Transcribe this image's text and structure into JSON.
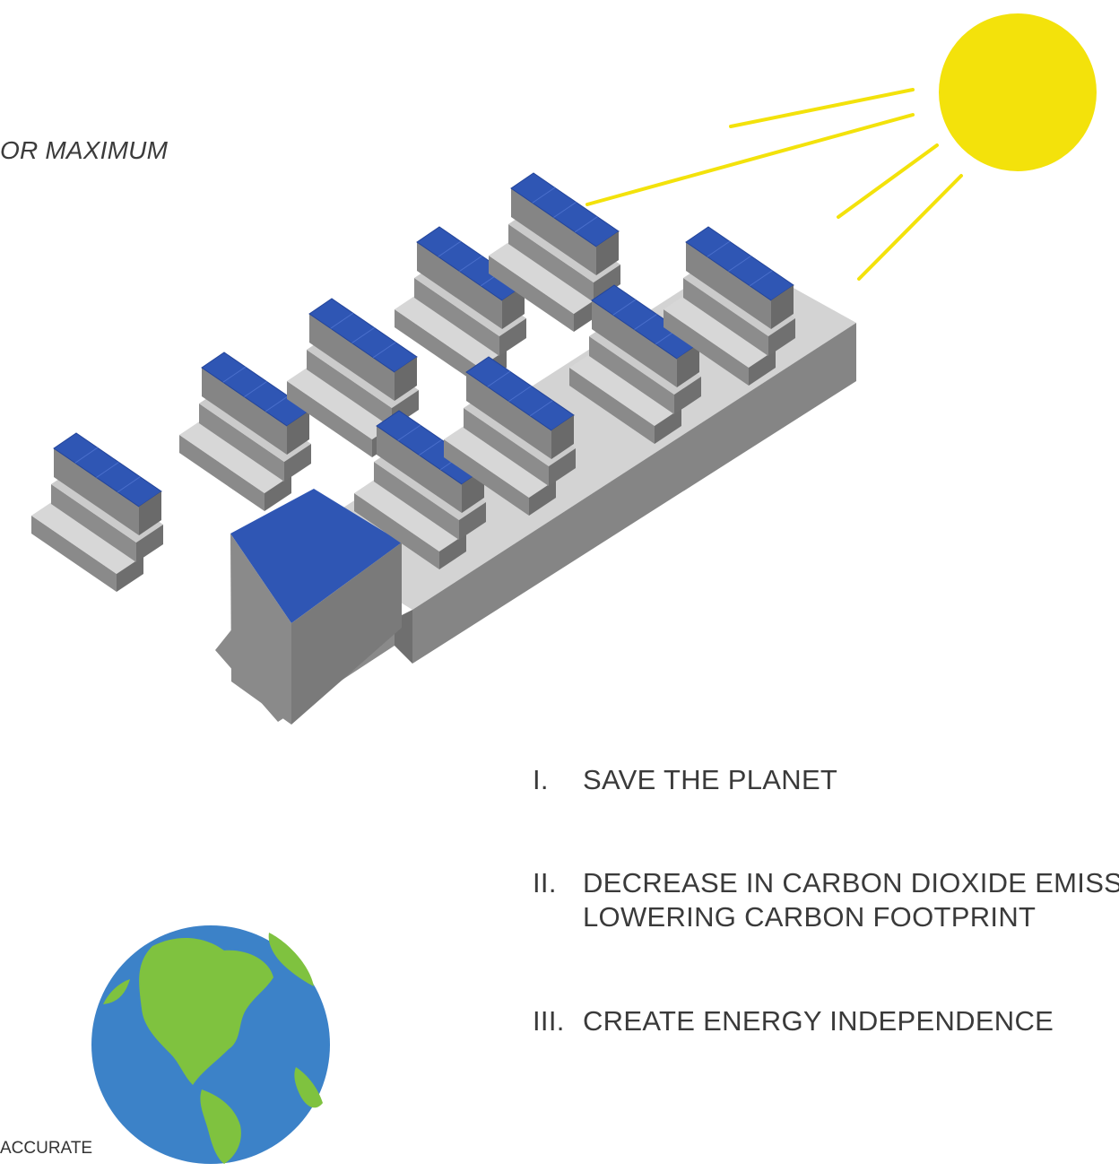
{
  "captions": {
    "top": "OR MAXIMUM",
    "bottom": "ACCURATE"
  },
  "goals": [
    {
      "num": "I.",
      "lines": [
        "SAVE THE PLANET"
      ]
    },
    {
      "num": "II.",
      "lines": [
        "DECREASE IN CARBON DIOXIDE EMISS",
        "LOWERING CARBON FOOTPRINT"
      ]
    },
    {
      "num": "III.",
      "lines": [
        "CREATE ENERGY INDEPENDENCE"
      ]
    }
  ],
  "colors": {
    "sun": "#f3e20b",
    "panel": "#2f56b4",
    "roof_base": "#cfcfcf",
    "wall": "#7e7e7e",
    "ocean": "#3c82c8",
    "land": "#7fc23f"
  }
}
